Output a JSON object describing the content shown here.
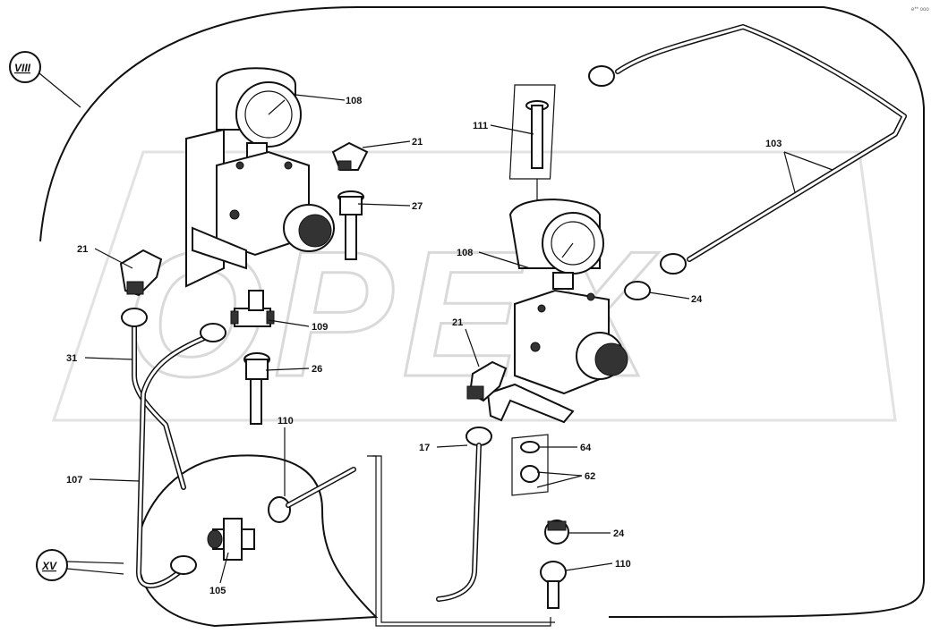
{
  "watermark": "OPEX",
  "corner_mark": "e** ooo",
  "callouts": {
    "group_viii": "VIII",
    "group_xv": "XV",
    "c108_top": "108",
    "c21_top": "21",
    "c27": "27",
    "c21_left": "21",
    "c109": "109",
    "c26": "26",
    "c31": "31",
    "c110_left": "110",
    "c107": "107",
    "c105": "105",
    "c111": "111",
    "c103": "103",
    "c108_right": "108",
    "c24_right": "24",
    "c21_mid": "21",
    "c17": "17",
    "c64": "64",
    "c62": "62",
    "c24_bottom": "24",
    "c110_bottom": "110"
  }
}
